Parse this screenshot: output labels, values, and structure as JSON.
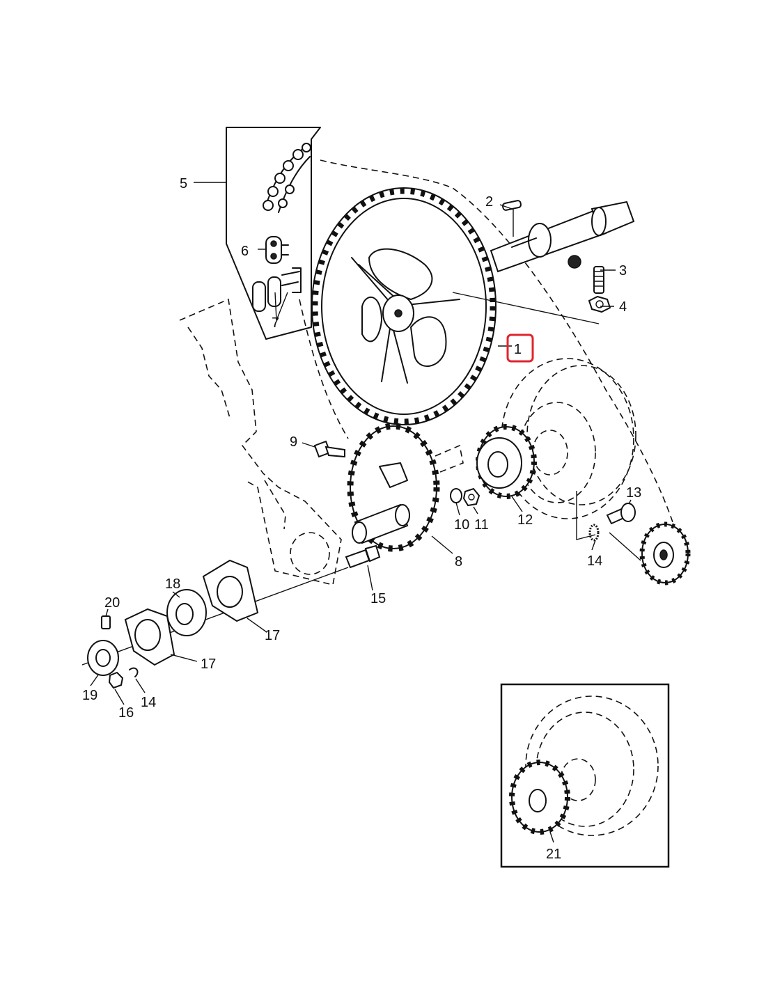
{
  "colors": {
    "line": "#111111",
    "background": "#ffffff",
    "highlight": "#e0242c"
  },
  "diagram": {
    "callouts": [
      {
        "id": "c1",
        "text": "1",
        "highlighted": true
      },
      {
        "id": "c2",
        "text": "2"
      },
      {
        "id": "c3",
        "text": "3"
      },
      {
        "id": "c4",
        "text": "4"
      },
      {
        "id": "c5",
        "text": "5"
      },
      {
        "id": "c6",
        "text": "6"
      },
      {
        "id": "c7",
        "text": "7"
      },
      {
        "id": "c8",
        "text": "8"
      },
      {
        "id": "c9",
        "text": "9"
      },
      {
        "id": "c10",
        "text": "10"
      },
      {
        "id": "c11",
        "text": "11"
      },
      {
        "id": "c12",
        "text": "12"
      },
      {
        "id": "c13",
        "text": "13"
      },
      {
        "id": "c14a",
        "text": "14"
      },
      {
        "id": "c14b",
        "text": "14"
      },
      {
        "id": "c15",
        "text": "15"
      },
      {
        "id": "c16",
        "text": "16"
      },
      {
        "id": "c17a",
        "text": "17"
      },
      {
        "id": "c17b",
        "text": "17"
      },
      {
        "id": "c18",
        "text": "18"
      },
      {
        "id": "c19",
        "text": "19"
      },
      {
        "id": "c20",
        "text": "20"
      },
      {
        "id": "c21",
        "text": "21"
      }
    ]
  }
}
